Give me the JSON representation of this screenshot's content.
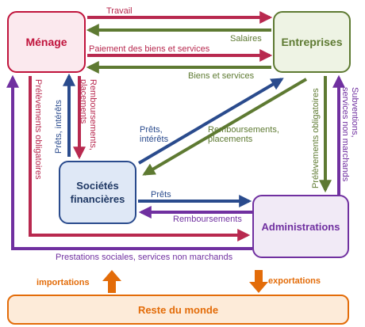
{
  "colors": {
    "menage": "#c0143c",
    "entreprises": "#5e7a32",
    "societes": "#2a4b8d",
    "administrations": "#7030a0",
    "monde": "#e36c09",
    "flow_red": "#b8294f",
    "flow_green": "#5e7a32",
    "flow_blue": "#2a4b8d",
    "flow_purple": "#7030a0",
    "flow_orange": "#e36c09"
  },
  "nodes": {
    "menage": "Ménage",
    "entreprises": "Entreprises",
    "societes": "Sociétés financières",
    "administrations": "Administrations",
    "monde": "Reste du monde"
  },
  "flows": {
    "travail": "Travail",
    "salaires": "Salaires",
    "paiement": "Paiement des biens et services",
    "biens": "Biens et services",
    "remb_menage": "Remboursements, placements",
    "prets_menage": "Prêts, intérêts",
    "prelev_menage": "Prélèvements obligatoires",
    "prets_soc_ent": "Prêts, intérêts",
    "remb_ent": "Remboursements, placements",
    "prelev_ent": "Prélèvements obligatoires",
    "subventions": "Subventions, services non marchands",
    "prets_soc_adm": "Prêts",
    "remb_adm": "Remboursements",
    "prestations": "Prestations sociales, services non marchands",
    "importations": "importations",
    "exportations": "exportations"
  }
}
